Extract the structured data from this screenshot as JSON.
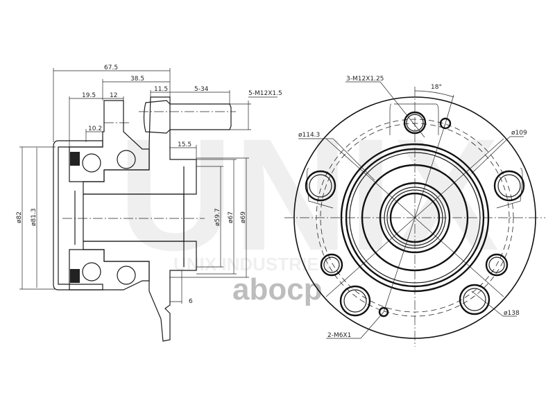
{
  "side_view": {
    "dimensions": {
      "d_67_5": "67.5",
      "d_38_5": "38.5",
      "d_11_5": "11.5",
      "d_5_34": "5-34",
      "stud_thread": "5-M12X1.5",
      "d_19_5": "19.5",
      "d_12": "12",
      "d_10_2": "10.2",
      "d_15_5": "15.5",
      "d_6": "6",
      "dia_82": "ø82",
      "dia_81_3": "ø81.3",
      "dia_59_7": "ø59.7",
      "dia_67": "ø67",
      "dia_69": "ø69"
    }
  },
  "front_view": {
    "dimensions": {
      "thread_holes": "3-M12X1.25",
      "angle": "18°",
      "dia_114_3": "ø114.3",
      "dia_109": "ø109",
      "dia_138": "ø138",
      "small_holes": "2-M6X1"
    }
  },
  "watermark": {
    "brand": "UNIX",
    "subtitle": "UNIX INDUSTRIES",
    "shop_logo": "abocp"
  },
  "colors": {
    "line": "#1a1a1a",
    "hatch": "#444444",
    "watermark_logo": "#888888"
  }
}
